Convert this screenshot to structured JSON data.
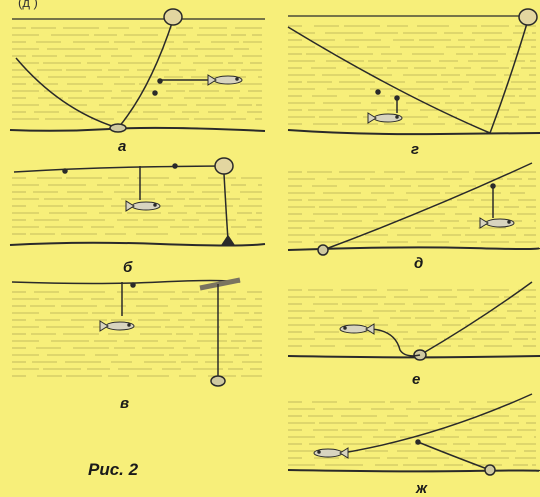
{
  "top_fragment": "(д      )",
  "caption": "Рис. 2",
  "panels": [
    {
      "id": "a",
      "label": "а"
    },
    {
      "id": "b",
      "label": "б"
    },
    {
      "id": "v",
      "label": "в"
    },
    {
      "id": "g",
      "label": "г"
    },
    {
      "id": "d",
      "label": "д"
    },
    {
      "id": "e",
      "label": "е"
    },
    {
      "id": "zh",
      "label": "ж"
    }
  ],
  "colors": {
    "background": "#f7ef7a",
    "water_line": "#b3ad57",
    "ink": "#2a2a2a",
    "fish": "#d8d4c0",
    "float": "#e3d6a0"
  }
}
